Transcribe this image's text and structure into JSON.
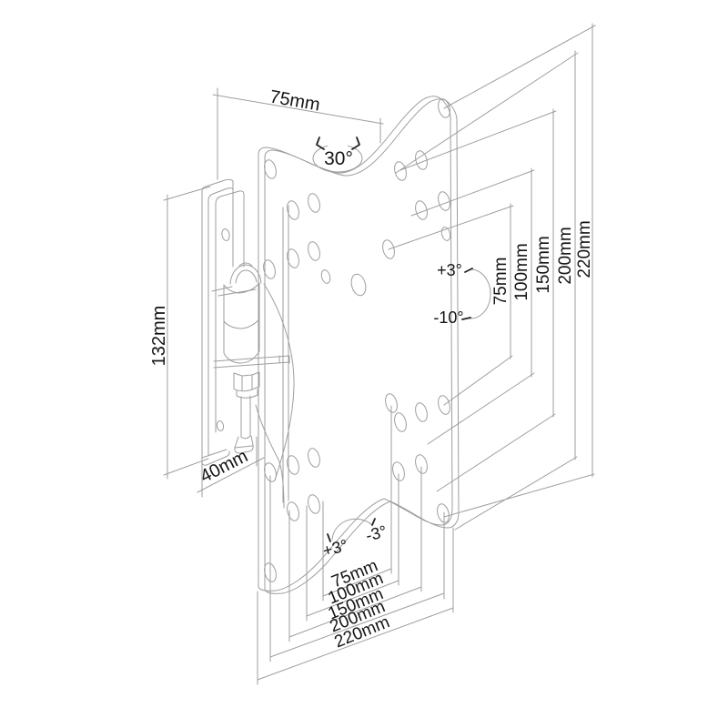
{
  "drawing": {
    "background": "#ffffff",
    "line_color": "#9e9e9e",
    "text_color": "#151515",
    "labels": {
      "top_width": "75mm",
      "swivel_angle": "30°",
      "bracket_height": "132mm",
      "bracket_depth": "40mm",
      "tilt_up": "+3°",
      "tilt_down": "-10°",
      "level_left": "+3°",
      "level_right": "-3°"
    },
    "vesa_vertical_labels": [
      "75mm",
      "100mm",
      "150mm",
      "200mm",
      "220mm"
    ],
    "vesa_horizontal_labels": [
      "75mm",
      "100mm",
      "150mm",
      "200mm",
      "220mm"
    ]
  }
}
